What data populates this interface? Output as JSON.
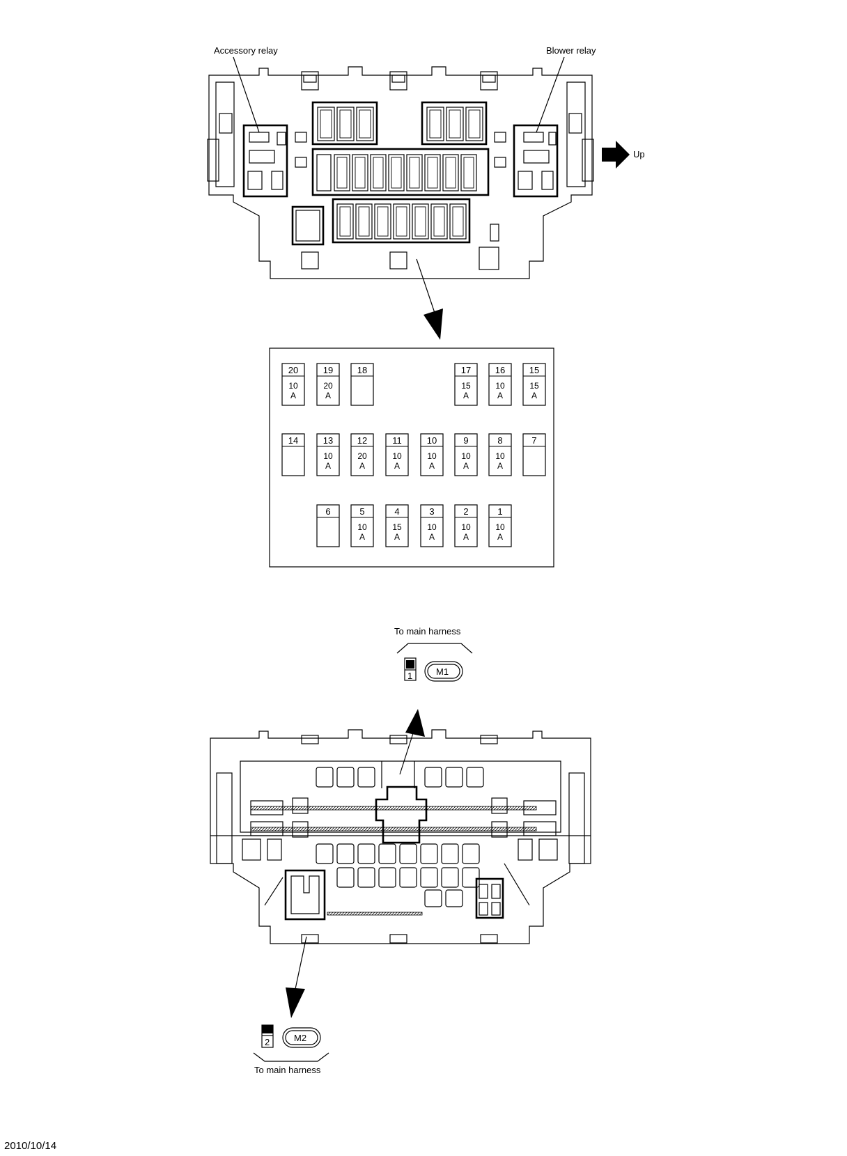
{
  "labels": {
    "accessory_relay": "Accessory relay",
    "blower_relay": "Blower relay",
    "up": "Up",
    "to_main_harness_top": "To main harness",
    "to_main_harness_bottom": "To main harness"
  },
  "connectors": {
    "m1": {
      "id": "M1",
      "pin": "1"
    },
    "m2": {
      "id": "M2",
      "pin": "2"
    }
  },
  "fuses": [
    {
      "num": "20",
      "amp": "10",
      "unit": "A"
    },
    {
      "num": "19",
      "amp": "20",
      "unit": "A"
    },
    {
      "num": "18",
      "amp": "",
      "unit": ""
    },
    {
      "num": "17",
      "amp": "15",
      "unit": "A"
    },
    {
      "num": "16",
      "amp": "10",
      "unit": "A"
    },
    {
      "num": "15",
      "amp": "15",
      "unit": "A"
    },
    {
      "num": "14",
      "amp": "",
      "unit": ""
    },
    {
      "num": "13",
      "amp": "10",
      "unit": "A"
    },
    {
      "num": "12",
      "amp": "20",
      "unit": "A"
    },
    {
      "num": "11",
      "amp": "10",
      "unit": "A"
    },
    {
      "num": "10",
      "amp": "10",
      "unit": "A"
    },
    {
      "num": "9",
      "amp": "10",
      "unit": "A"
    },
    {
      "num": "8",
      "amp": "10",
      "unit": "A"
    },
    {
      "num": "7",
      "amp": "",
      "unit": ""
    },
    {
      "num": "6",
      "amp": "",
      "unit": ""
    },
    {
      "num": "5",
      "amp": "10",
      "unit": "A"
    },
    {
      "num": "4",
      "amp": "15",
      "unit": "A"
    },
    {
      "num": "3",
      "amp": "10",
      "unit": "A"
    },
    {
      "num": "2",
      "amp": "10",
      "unit": "A"
    },
    {
      "num": "1",
      "amp": "10",
      "unit": "A"
    }
  ],
  "footer": {
    "date": "2010/10/14"
  }
}
